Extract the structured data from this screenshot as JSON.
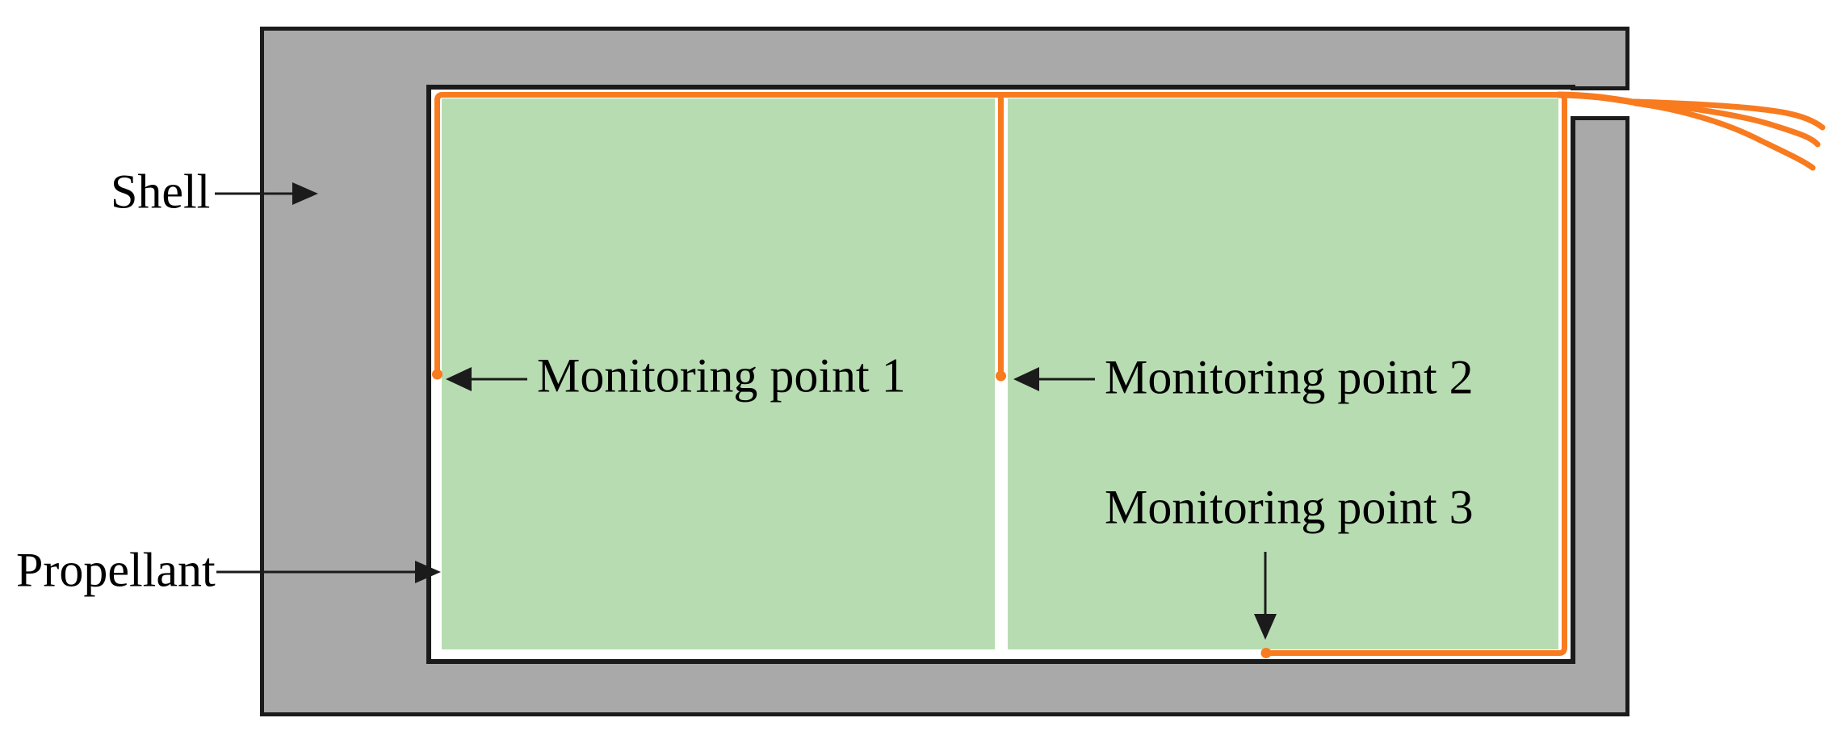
{
  "figure": {
    "kind": "cross-section schematic",
    "subject": "Grey shell containing green propellant grain with embedded orange thermocouple wires and three labelled monitoring points"
  },
  "labels": {
    "shell": "Shell",
    "propellant": "Propellant",
    "mp1": "Monitoring point 1",
    "mp2": "Monitoring point 2",
    "mp3": "Monitoring point 3"
  },
  "colors": {
    "shell_fill": "#a9a9a9",
    "outline_black": "#1b1b1b",
    "propellant_fill": "#b7dcb1",
    "cavity_fill": "#ffffff",
    "wire_orange": "#f87b1f",
    "label_text": "#000000",
    "page_background": "#ffffff"
  }
}
